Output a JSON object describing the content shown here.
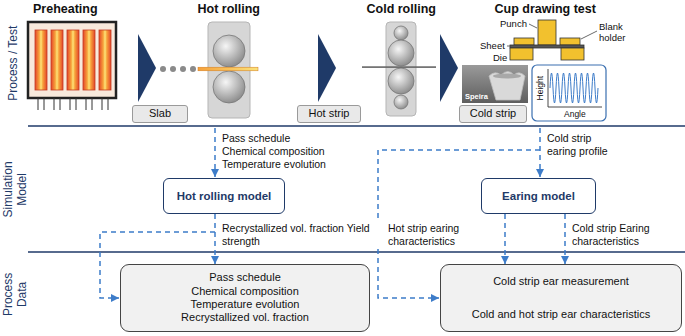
{
  "diagram": {
    "nodes": [
      {
        "text": [
          "Slab"
        ]
      },
      {
        "text": [
          "Hot strip"
        ]
      },
      {
        "text": [
          "Cold strip"
        ]
      },
      {
        "text": [
          "Hot rolling model"
        ]
      },
      {
        "text": [
          "Earing model"
        ]
      },
      {
        "text": [
          "Pass schedule",
          "Chemical composition",
          "Temperature evolution",
          "Recrystallized vol. fraction"
        ]
      },
      {
        "text": [
          "Cold strip ear measurement",
          "Cold and hot strip ear characteristics"
        ]
      }
    ],
    "edges": [
      {
        "from": 3,
        "to": 5,
        "arrow": "to",
        "label": "Recrystallized vol. fraction Yield strength"
      },
      {
        "from": 4,
        "to": 6,
        "arrow": "to",
        "label": "Hot strip earing characteristics"
      },
      {
        "from": 4,
        "to": 6,
        "arrow": "to",
        "label": "Cold strip Earing characteristics"
      }
    ],
    "labels": [
      "Preheating",
      "Hot rolling",
      "Cold rolling",
      "Cup drawing test",
      "Process / Test",
      "Simulation Model",
      "Process Data",
      "Punch",
      "Blank holder",
      "Sheet",
      "Die",
      "Speira",
      "Height",
      "Angle",
      "Pass schedule",
      "Chemical composition",
      "Temperature evolution",
      "Cold strip earing profile"
    ]
  }
}
